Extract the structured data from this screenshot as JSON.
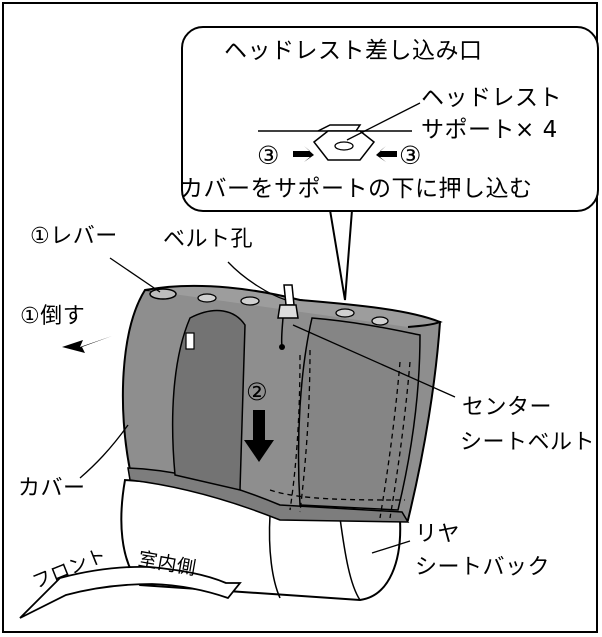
{
  "callout": {
    "title": "ヘッドレスト差し込み口",
    "support_label_line1": "ヘッドレスト",
    "support_label_line2": "サポート× 4",
    "marker_left": "③",
    "marker_right": "③",
    "instruction": "カバーをサポートの下に押し込む"
  },
  "labels": {
    "lever": "①レバー",
    "belt_hole": "ベルト孔",
    "tilt": "①倒す",
    "step2": "②",
    "center_belt_line1": "センター",
    "center_belt_line2": "シートベルト",
    "cover": "カバー",
    "rear_back_line1": "リヤ",
    "rear_back_line2": "シートバック",
    "front": "フロント",
    "interior": "室内側"
  },
  "colors": {
    "cover_fill": "#8e8e8e",
    "cover_dark": "#6f6f6f",
    "seat_fill": "#ffffff",
    "line": "#000000"
  }
}
